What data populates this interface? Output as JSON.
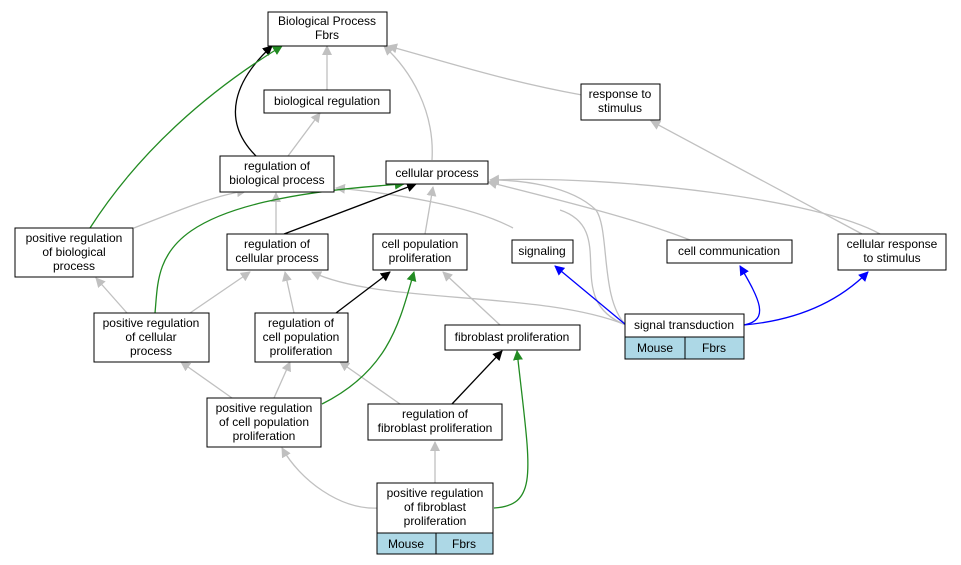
{
  "colors": {
    "is_a": "#c0c0c0",
    "part_of": "#000000",
    "positively_regulates": "#228b22",
    "regulates": "#0000ff",
    "annotation_tag": "#add8e6"
  },
  "nodes": {
    "bp": [
      "Biological Process",
      "Fbrs"
    ],
    "bioreg": [
      "biological regulation"
    ],
    "resp": [
      "response to",
      "stimulus"
    ],
    "regbio": [
      "regulation of",
      "biological process"
    ],
    "cellproc": [
      "cellular process"
    ],
    "posregbio": [
      "positive regulation",
      "of biological",
      "process"
    ],
    "regcell": [
      "regulation of",
      "cellular process"
    ],
    "cellpop": [
      "cell population",
      "proliferation"
    ],
    "signaling": [
      "signaling"
    ],
    "cellcomm": [
      "cell communication"
    ],
    "cellresp": [
      "cellular response",
      "to stimulus"
    ],
    "sigtrans": [
      "signal transduction"
    ],
    "posregcell": [
      "positive regulation",
      "of cellular",
      "process"
    ],
    "regcellpop": [
      "regulation of",
      "cell population",
      "proliferation"
    ],
    "fibprolif": [
      "fibroblast proliferation"
    ],
    "posregcellpop": [
      "positive regulation",
      "of cell population",
      "proliferation"
    ],
    "regfib": [
      "regulation of",
      "fibroblast proliferation"
    ],
    "posregfib": [
      "positive regulation",
      "of fibroblast",
      "proliferation"
    ]
  },
  "tags": {
    "sigtrans": [
      "Mouse",
      "Fbrs"
    ],
    "posregfib": [
      "Mouse",
      "Fbrs"
    ]
  }
}
